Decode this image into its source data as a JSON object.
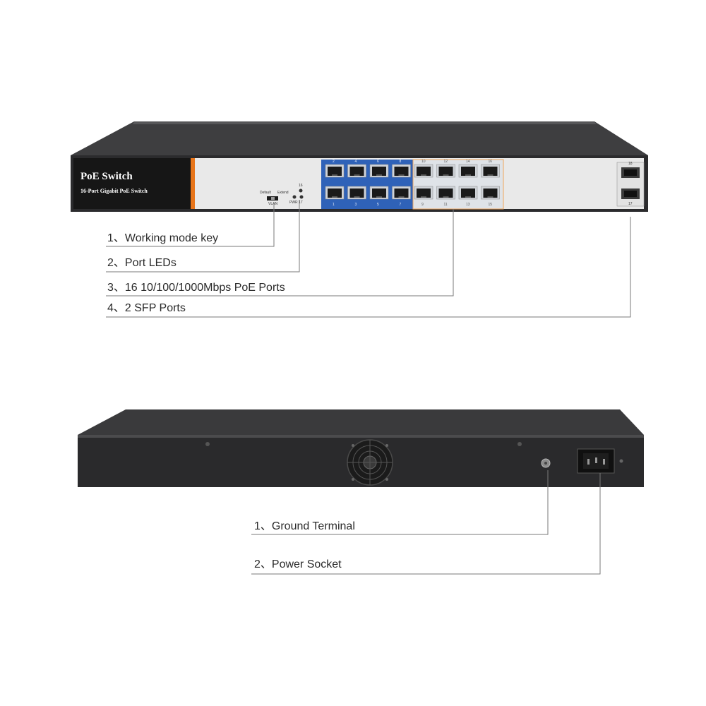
{
  "front": {
    "brand_title": "PoE Switch",
    "brand_subtitle": "16-Port Gigabit PoE Switch",
    "switch_labels": {
      "left": "Default",
      "right": "Extend",
      "bottom": "VLAN"
    },
    "led_labels": {
      "top": "16",
      "bottom": "PWR 17"
    },
    "port_numbers_top": [
      "2",
      "4",
      "6",
      "8",
      "10",
      "12",
      "14",
      "16"
    ],
    "port_numbers_bottom": [
      "1",
      "3",
      "5",
      "7",
      "9",
      "11",
      "13",
      "15"
    ],
    "sfp_labels": [
      "18",
      "17"
    ],
    "callouts": [
      "1、Working mode key",
      "2、Port LEDs",
      "3、16  10/100/1000Mbps PoE Ports",
      "4、2 SFP Ports"
    ],
    "accent_colors": {
      "badge": "#1a1a1a",
      "orange_bar": "#e8751a",
      "port_block": "#2f62b8"
    }
  },
  "rear": {
    "callouts": [
      "1、Ground Terminal",
      "2、Power Socket"
    ]
  }
}
